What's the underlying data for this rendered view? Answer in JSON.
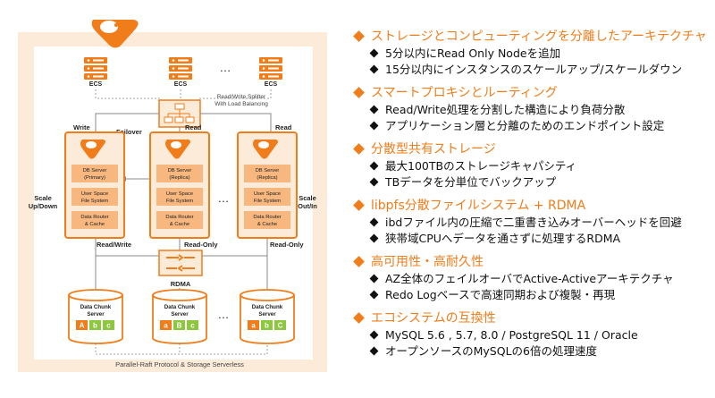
{
  "diagram": {
    "ecs_label": "ECS",
    "ellipsis": "…",
    "splitter_lines": [
      "Read/Write Splitter",
      "With Load Balancing"
    ],
    "write_label": "Write",
    "failover_label": "Failover",
    "read_label": "Read",
    "scale_left": [
      "Scale",
      "Up/Down"
    ],
    "scale_right": [
      "Scale",
      "Out/In"
    ],
    "db_server_primary": [
      "DB Server",
      "(Primary)"
    ],
    "db_server_replica": [
      "DB Server",
      "(Replica)"
    ],
    "user_space_fs": [
      "User Space",
      "File System"
    ],
    "data_router": [
      "Data Router",
      "& Cache"
    ],
    "read_write_label": "Read/Write",
    "read_only_label": "Read-Only",
    "rdma_label": "RDMA",
    "chunk_server": [
      "Data Chunk",
      "Server"
    ],
    "chunks": [
      [
        {
          "t": "A",
          "c": "#f07d1a"
        },
        {
          "t": "b",
          "c": "#8dc63f"
        },
        {
          "t": "c",
          "c": "#8dc63f"
        }
      ],
      [
        {
          "t": "a",
          "c": "#f07d1a"
        },
        {
          "t": "B",
          "c": "#8dc63f"
        },
        {
          "t": "c",
          "c": "#8dc63f"
        }
      ],
      [
        {
          "t": "a",
          "c": "#f07d1a"
        },
        {
          "t": "b",
          "c": "#8dc63f"
        },
        {
          "t": "C",
          "c": "#8dc63f"
        }
      ]
    ],
    "protocol_label": "Parallel-Raft Protocol & Storage Serverless",
    "colors": {
      "orange": "#f07d1a",
      "light_orange": "#f7b77e",
      "green": "#8dc63f",
      "frame_bg": "#fcebd9",
      "grey": "#666666"
    }
  },
  "sections": [
    {
      "title": "ストレージとコンピューティングを分離したアーキテクチャ",
      "items": [
        "5分以内にRead Only Nodeを追加",
        "15分以内にインスタンスのスケールアップ/スケールダウン"
      ]
    },
    {
      "title": "スマートプロキシとルーティング",
      "items": [
        "Read/Write処理を分割した構造により負荷分散",
        "アプリケーション層と分離のためのエンドポイント設定"
      ]
    },
    {
      "title": "分散型共有ストレージ",
      "items": [
        "最大100TBのストレージキャパシティ",
        "TBデータを分単位でバックアップ"
      ]
    },
    {
      "title": "libpfs分散ファイルシステム + RDMA",
      "items": [
        "ibdファイル内の圧縮で二重書き込みオーバーヘッドを回避",
        "狭帯域CPUへデータを通さずに処理するRDMA"
      ]
    },
    {
      "title": "高可用性・高耐久性",
      "items": [
        "AZ全体のフェイルオーバでActive-Activeアーキテクチャ",
        "Redo Logベースで高速同期および複製・再現"
      ]
    },
    {
      "title": "エコシステムの互換性",
      "items": [
        "MySQL 5.6 , 5.7, 8.0 / PostgreSQL 11 / Oracle",
        "オープンソースのMySQLの6倍の処理速度"
      ]
    }
  ]
}
